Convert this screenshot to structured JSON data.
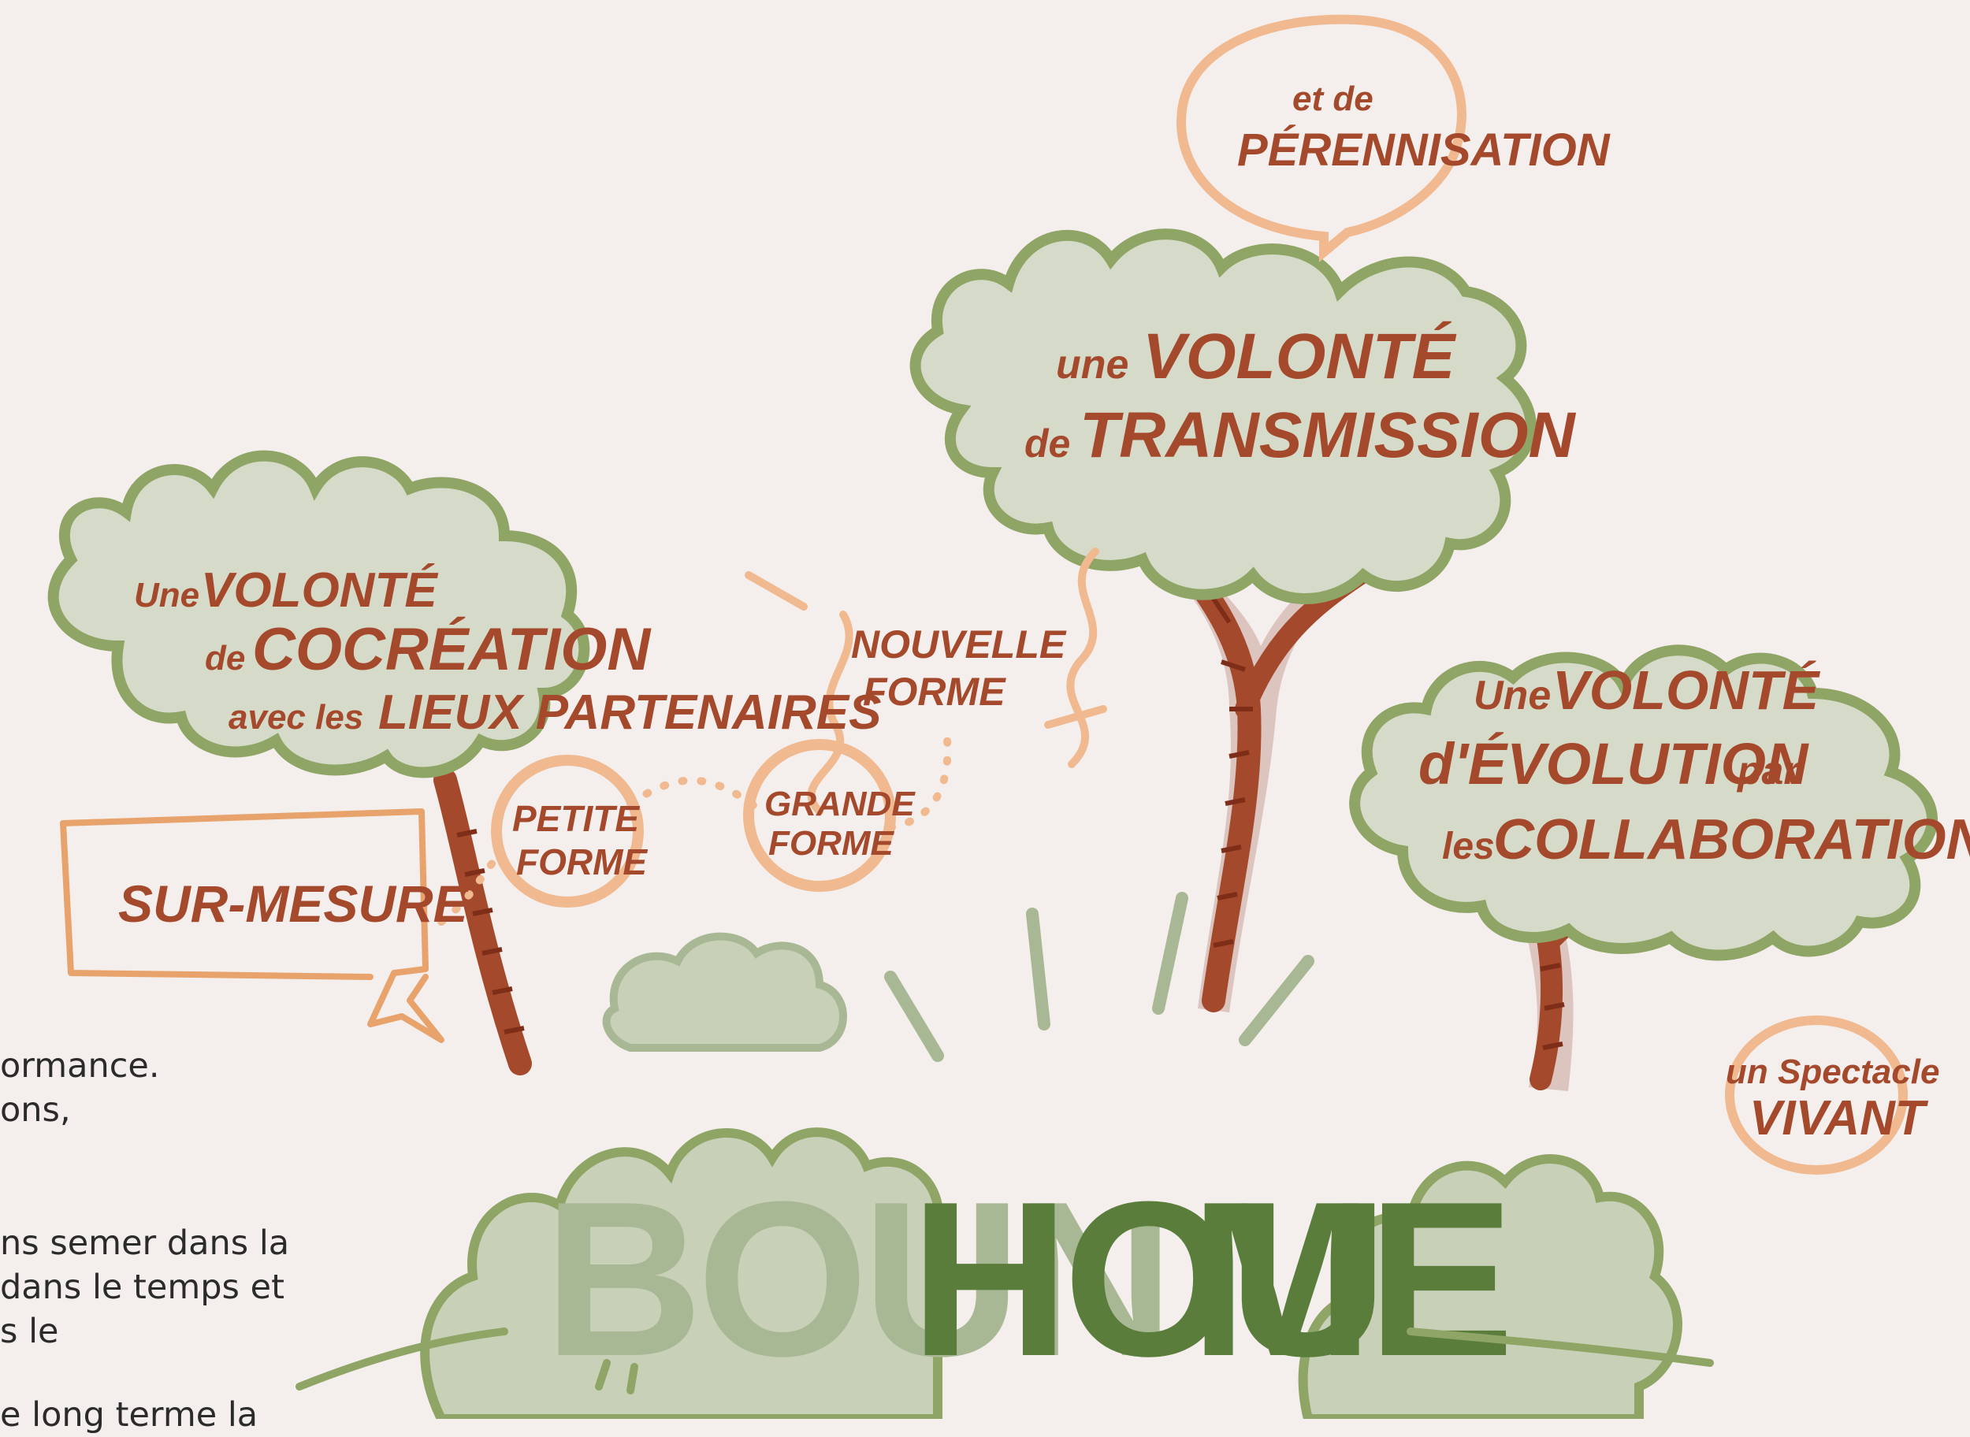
{
  "colors": {
    "background": "#f4efec",
    "canopy_fill": "#d6dac9",
    "canopy_outline": "#8fa566",
    "trunk": "#a4492b",
    "bubble_peach": "#f0b98f",
    "bubble_orange": "#e8a36c",
    "text_rust": "#a4492b",
    "title_light_green": "#a8b894",
    "title_dark_green": "#5a7d3c",
    "body_text": "#2b2b2b"
  },
  "trees": {
    "cocreation": {
      "line1_small": "Une",
      "line1_big": "VOLONTÉ",
      "line2_small": "de",
      "line2_big": "COCRÉATION",
      "line3_small": "avec les",
      "line3_big": "LIEUX PARTENAIRES"
    },
    "transmission": {
      "line1_small": "une",
      "line1_big": "VOLONTÉ",
      "line2_small": "de",
      "line2_big": "TRANSMISSION"
    },
    "evolution": {
      "line1_small": "Une",
      "line1_big": "VOLONTÉ",
      "line2_big": "d'ÉVOLUTION",
      "line2_small": "par",
      "line3_small": "les",
      "line3_big": "COLLABORATIONS"
    }
  },
  "bubbles": {
    "perennisation": {
      "small": "et de",
      "big": "PÉRENNISATION"
    },
    "nouvelle_forme": {
      "line1": "NOUVELLE",
      "line2": "FORME"
    },
    "petite_forme": {
      "line1": "PETITE",
      "line2": "FORME"
    },
    "grande_forme": {
      "line1": "GRANDE",
      "line2": "FORME"
    },
    "sur_mesure": "SUR-MESURE",
    "spectacle_vivant": {
      "small": "un Spectacle",
      "big": "VIVANT"
    }
  },
  "title": {
    "part1": "BOUN",
    "part2": "HOU",
    "part3": "ME"
  },
  "body_text": [
    "ormance.",
    "ons,",
    "ns semer dans la",
    "dans le temps et",
    "s le",
    "e long terme la"
  ]
}
